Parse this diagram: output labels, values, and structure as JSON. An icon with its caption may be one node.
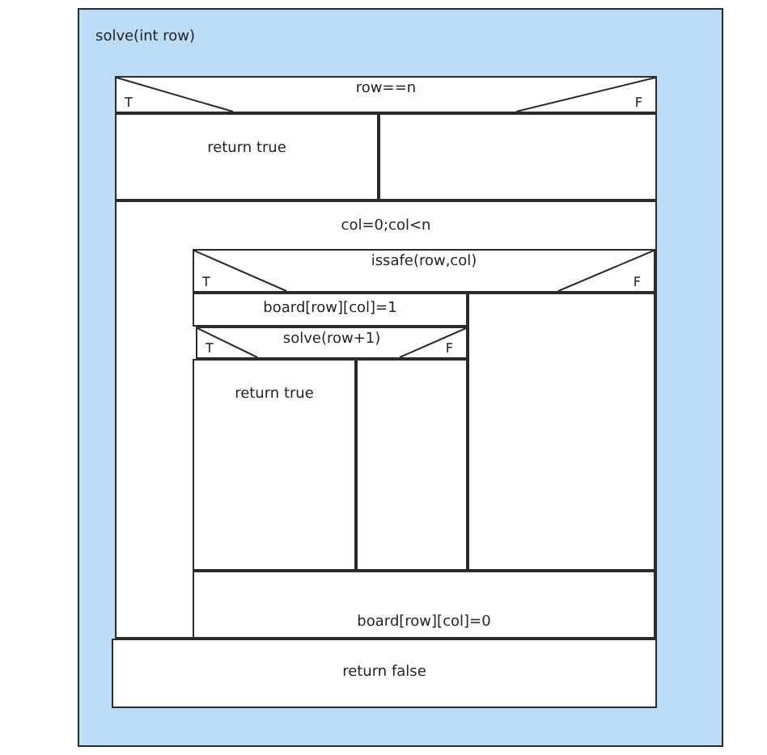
{
  "diagram": {
    "nodes": [
      {
        "text": [
          "solve(int row)"
        ]
      },
      {
        "text": [
          "row==n",
          "T",
          "F"
        ],
        "in": 0
      },
      {
        "text": [
          "return true"
        ],
        "in": 0
      },
      {
        "text": [],
        "shape": "box",
        "in": 0
      },
      {
        "text": [
          "col=0;col<n"
        ],
        "in": 0
      },
      {
        "text": [
          "issafe(row,col)",
          "T",
          "F"
        ],
        "in": 4
      },
      {
        "text": [
          "board[row][col]=1"
        ],
        "in": 4
      },
      {
        "text": [
          "solve(row+1)",
          "T",
          "F"
        ],
        "in": 4
      },
      {
        "text": [
          "return true"
        ],
        "in": 4
      },
      {
        "text": [],
        "shape": "box",
        "in": 4
      },
      {
        "text": [],
        "shape": "box",
        "in": 4
      },
      {
        "text": [
          "board[row][col]=0"
        ],
        "in": 4
      },
      {
        "text": [
          "return false"
        ],
        "in": 0
      }
    ]
  }
}
